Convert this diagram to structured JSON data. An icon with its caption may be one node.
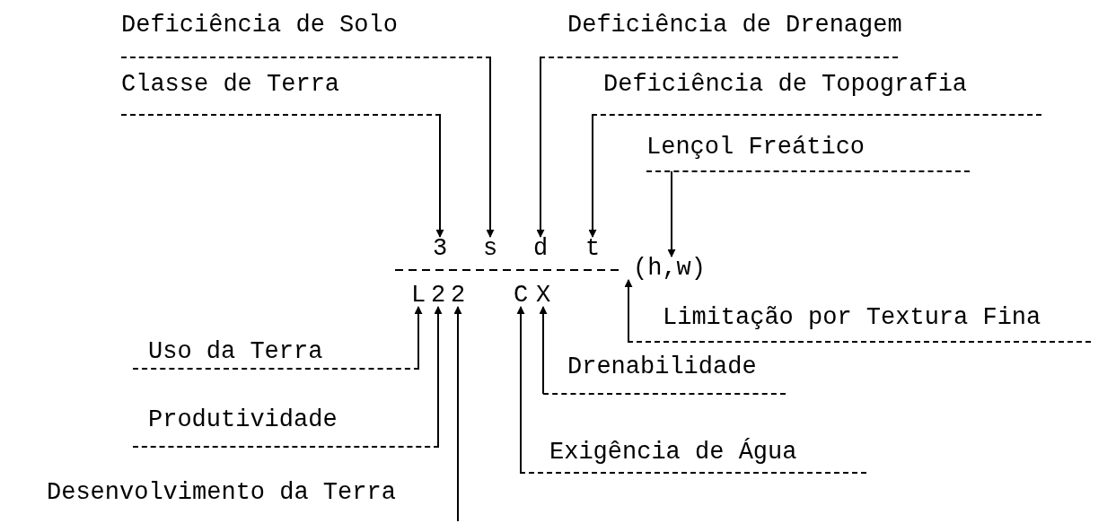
{
  "diagram": {
    "nodes": [
      {
        "text": [
          "Deficiência de Solo"
        ]
      },
      {
        "text": [
          "Deficiência de Drenagem"
        ]
      },
      {
        "text": [
          "Classe de Terra"
        ]
      },
      {
        "text": [
          "Deficiência de Topografia"
        ]
      },
      {
        "text": [
          "Lençol Freático"
        ]
      },
      {
        "text": [
          "3"
        ]
      },
      {
        "text": [
          "s"
        ]
      },
      {
        "text": [
          "d"
        ]
      },
      {
        "text": [
          "t"
        ]
      },
      {
        "text": [
          "(h,w)"
        ]
      },
      {
        "text": [
          "L"
        ]
      },
      {
        "text": [
          "2"
        ]
      },
      {
        "text": [
          "2"
        ]
      },
      {
        "text": [
          "C"
        ]
      },
      {
        "text": [
          "X"
        ]
      },
      {
        "text": [
          "Limitação por Textura Fina"
        ]
      },
      {
        "text": [
          "Uso da Terra"
        ]
      },
      {
        "text": [
          "Drenabilidade"
        ]
      },
      {
        "text": [
          "Produtividade"
        ]
      },
      {
        "text": [
          "Exigência de Água"
        ]
      },
      {
        "text": [
          "Desenvolvimento da Terra"
        ]
      }
    ],
    "edges": [
      {
        "from": 0,
        "to": 6,
        "arrow": "to"
      },
      {
        "from": 1,
        "to": 7,
        "arrow": "to"
      },
      {
        "from": 2,
        "to": 5,
        "arrow": "to"
      },
      {
        "from": 3,
        "to": 8,
        "arrow": "to"
      },
      {
        "from": 4,
        "to": 9,
        "arrow": "to"
      },
      {
        "from": 15,
        "to": 9,
        "arrow": "to"
      },
      {
        "from": 16,
        "to": 10,
        "arrow": "to"
      },
      {
        "from": 17,
        "to": 14,
        "arrow": "to"
      },
      {
        "from": 18,
        "to": 11,
        "arrow": "to"
      },
      {
        "from": 19,
        "to": 13,
        "arrow": "to"
      },
      {
        "from": 20,
        "to": 12,
        "arrow": "to"
      }
    ]
  }
}
